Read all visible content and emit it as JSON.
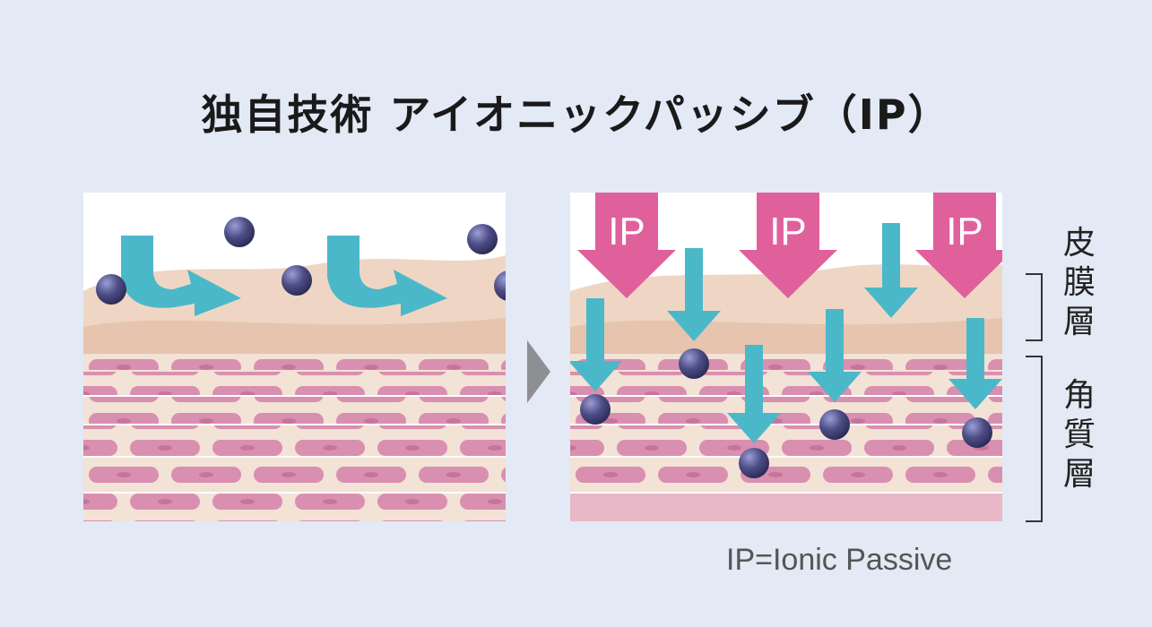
{
  "title": "独自技術 アイオニックパッシブ（IP）",
  "labels": {
    "epidermis_film": "皮\n膜\n層",
    "stratum_corneum": "角\n質\n層"
  },
  "ip_marker": "IP",
  "footnote": "IP=Ionic Passive",
  "colors": {
    "background": "#e3e9f5",
    "teal_arrow": "#4bb8c9",
    "pink_arrow": "#e0609c",
    "particle": "#4a4a82",
    "skin_film": "#eacfbc",
    "cells": "#d994b4"
  }
}
